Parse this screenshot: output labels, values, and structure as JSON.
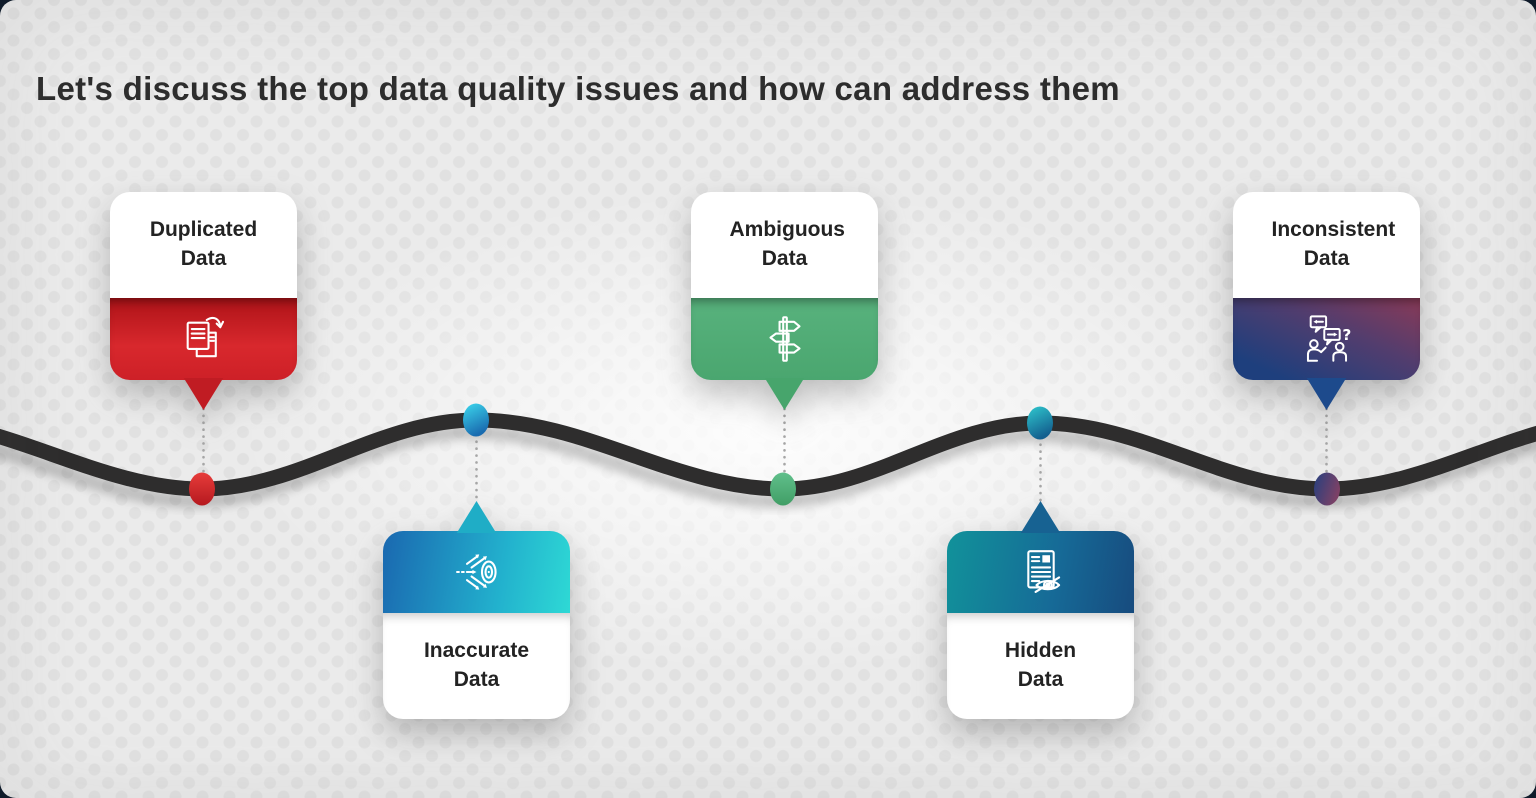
{
  "heading": "Let's discuss the top data quality issues and how can address them",
  "cards": [
    {
      "title": "Duplicated Data",
      "placement": "above-line",
      "icon": "duplicated-documents-icon",
      "accent": "#d2262b",
      "dot_color": "#d2262b"
    },
    {
      "title": "Inaccurate Data",
      "placement": "below-line",
      "icon": "missed-target-icon",
      "accent_gradient": [
        "#1a68b0",
        "#2ed9d5"
      ],
      "dot_color": "#28b6d8"
    },
    {
      "title": "Ambiguous Data",
      "placement": "above-line",
      "icon": "signpost-icon",
      "accent": "#4fa973",
      "dot_color": "#4fae75"
    },
    {
      "title": "Hidden Data",
      "placement": "below-line",
      "icon": "document-hidden-eye-icon",
      "accent_gradient": [
        "#11929a",
        "#174b7e"
      ],
      "dot_color": "#1e8fa8"
    },
    {
      "title": "Inconsistent Data",
      "placement": "above-line",
      "icon": "confused-conversation-icon",
      "accent_gradient": [
        "#8a3a57",
        "#1e3f7d"
      ],
      "dot_color": "#44407a"
    }
  ],
  "timeline": {
    "line_color": "#2e2d2d",
    "dot_colors": [
      "#d2262b",
      "#28b6d8",
      "#4fae75",
      "#1e8fa8",
      "#44407a"
    ]
  }
}
